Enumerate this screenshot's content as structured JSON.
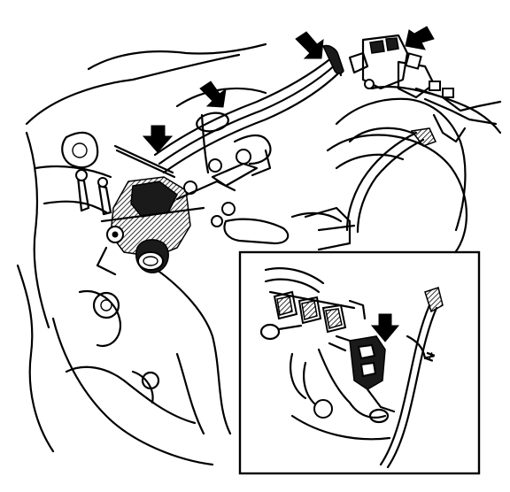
{
  "figure": {
    "callout_arrows": [
      {
        "id": "arrow-1"
      },
      {
        "id": "arrow-2"
      },
      {
        "id": "arrow-3"
      },
      {
        "id": "arrow-4"
      },
      {
        "id": "arrow-5"
      }
    ],
    "inset_label": "N̴",
    "colors": {
      "ink": "#000000",
      "paper": "#ffffff"
    }
  }
}
